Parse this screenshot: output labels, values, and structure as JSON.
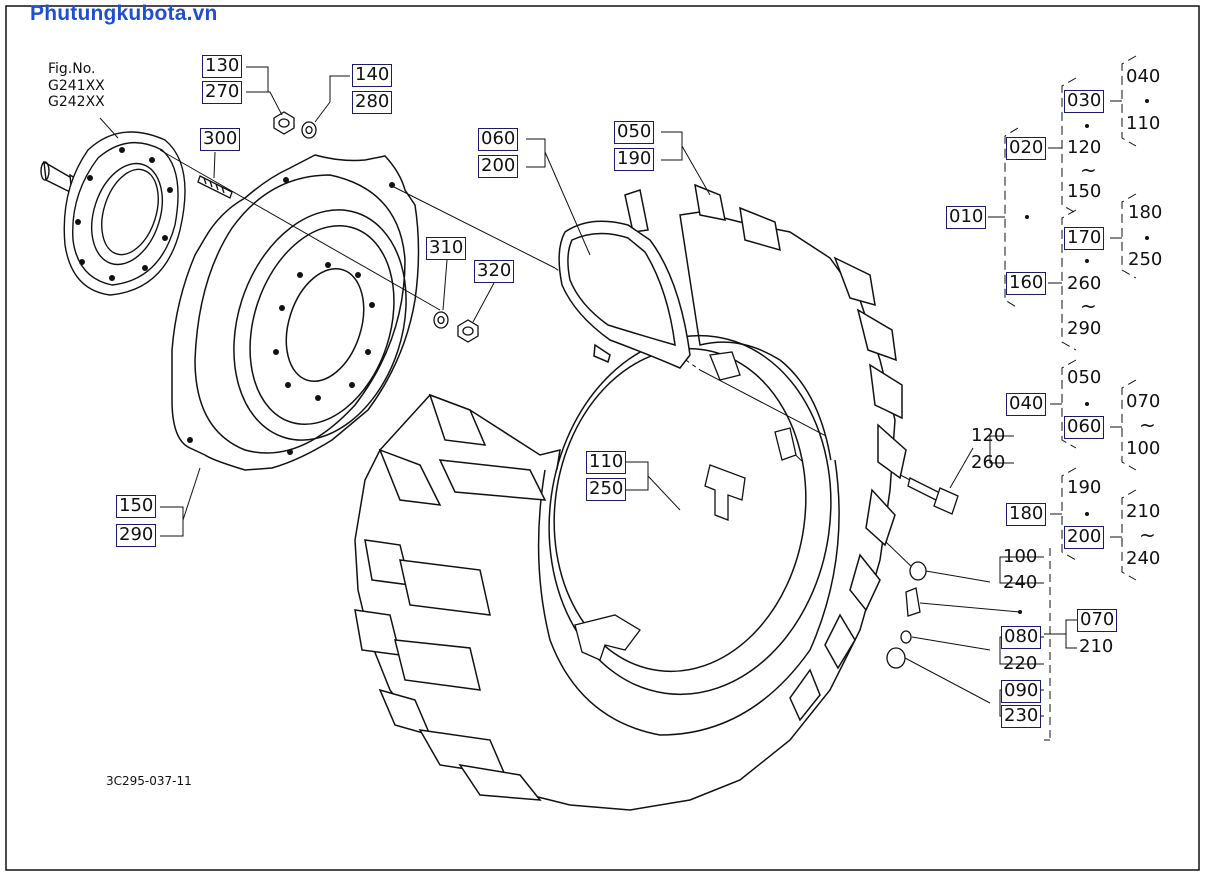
{
  "site_name": "Phutungkubota.vn",
  "figure_numbers": {
    "label": "Fig.No.",
    "codes": [
      "G241XX",
      "G242XX"
    ]
  },
  "drawing_code": "3C295-037-11",
  "callouts": {
    "c130": "130",
    "c270": "270",
    "c140": "140",
    "c280": "280",
    "c300": "300",
    "c310": "310",
    "c320": "320",
    "c060": "060",
    "c200": "200",
    "c050": "050",
    "c190": "190",
    "c110": "110",
    "c250": "250",
    "c150": "150",
    "c290": "290",
    "c120": "120",
    "c260": "260",
    "c100": "100",
    "c240": "240",
    "c070": "070",
    "c210": "210",
    "c080": "080",
    "c220": "220",
    "c090": "090",
    "c230": "230"
  },
  "tree": {
    "root": "010",
    "group_020": {
      "label": "020",
      "sub_030": "030",
      "sub_030_items": [
        "040",
        "110"
      ],
      "range": [
        "120",
        "150"
      ]
    },
    "group_160": {
      "label": "160",
      "sub_170": "170",
      "sub_170_items": [
        "180",
        "250"
      ],
      "range": [
        "260",
        "290"
      ]
    },
    "group_040": {
      "label": "040",
      "top": "050",
      "sub_060": "060",
      "range": [
        "070",
        "100"
      ]
    },
    "group_180": {
      "label": "180",
      "top": "190",
      "sub_200": "200",
      "range": [
        "210",
        "240"
      ]
    }
  }
}
